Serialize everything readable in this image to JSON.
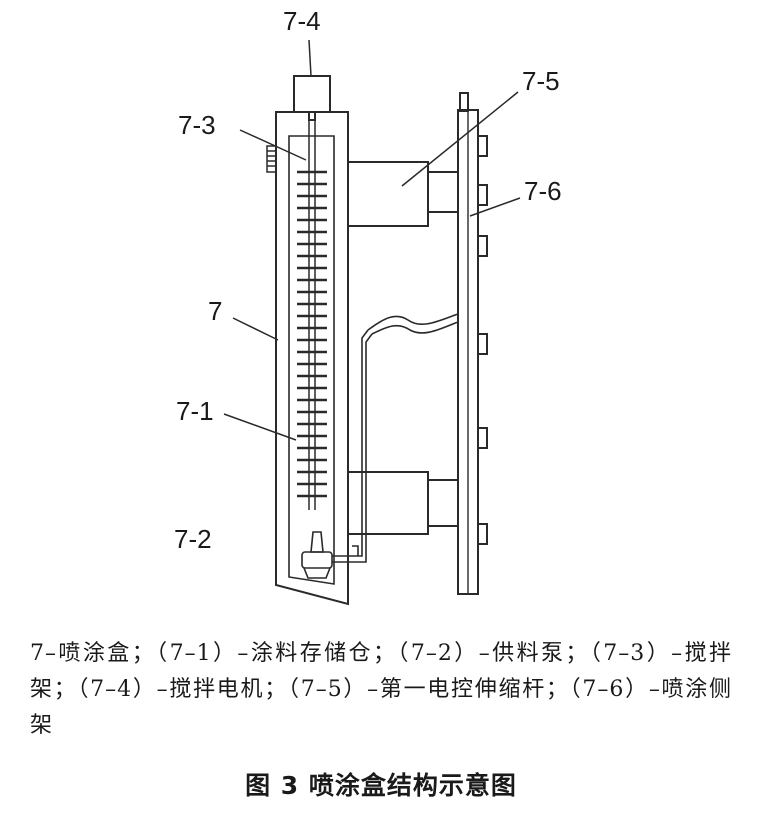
{
  "labels": {
    "box": "7",
    "storage": "7-1",
    "pump": "7-2",
    "stirrer": "7-3",
    "motor": "7-4",
    "rod": "7-5",
    "side_frame": "7-6"
  },
  "legend": [
    "7–喷涂盒；",
    "（7–1）–涂料存储仓；",
    "（7–2）–供料泵；",
    "（7–3）–搅拌架；",
    "（7–4）–搅拌电机；",
    "（7–5）–第一电控伸缩杆；",
    "（7–6）–喷涂侧架"
  ],
  "title": "图 3  喷涂盒结构示意图",
  "colors": {
    "stroke": "#2a2a2a",
    "text": "#1a1a1a"
  }
}
